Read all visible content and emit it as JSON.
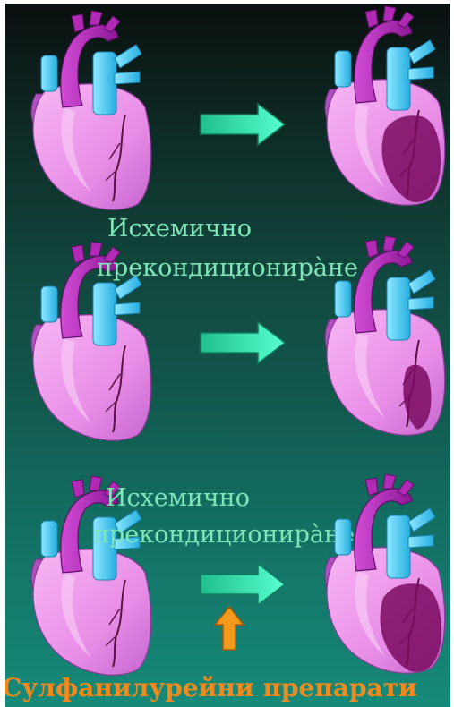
{
  "labels": {
    "row2": {
      "line1": "Исхемично",
      "line2": "прекондиционира̀не"
    },
    "row3": {
      "line1": "Исхемично",
      "line2": "прекондиционира̀не"
    }
  },
  "caption": "Сулфанилурейни препарати",
  "colors": {
    "heart_body": "#e98ee8",
    "heart_shadow": "#c565cf",
    "aorta": "#b229b5",
    "vessels": "#3fd4ff",
    "infarct": "#7a0a5f",
    "arrow": "#2fe8b0",
    "up_arrow": "#f39a1c",
    "label_text": "#7fe6b8",
    "caption_text": "#f08a1c"
  }
}
